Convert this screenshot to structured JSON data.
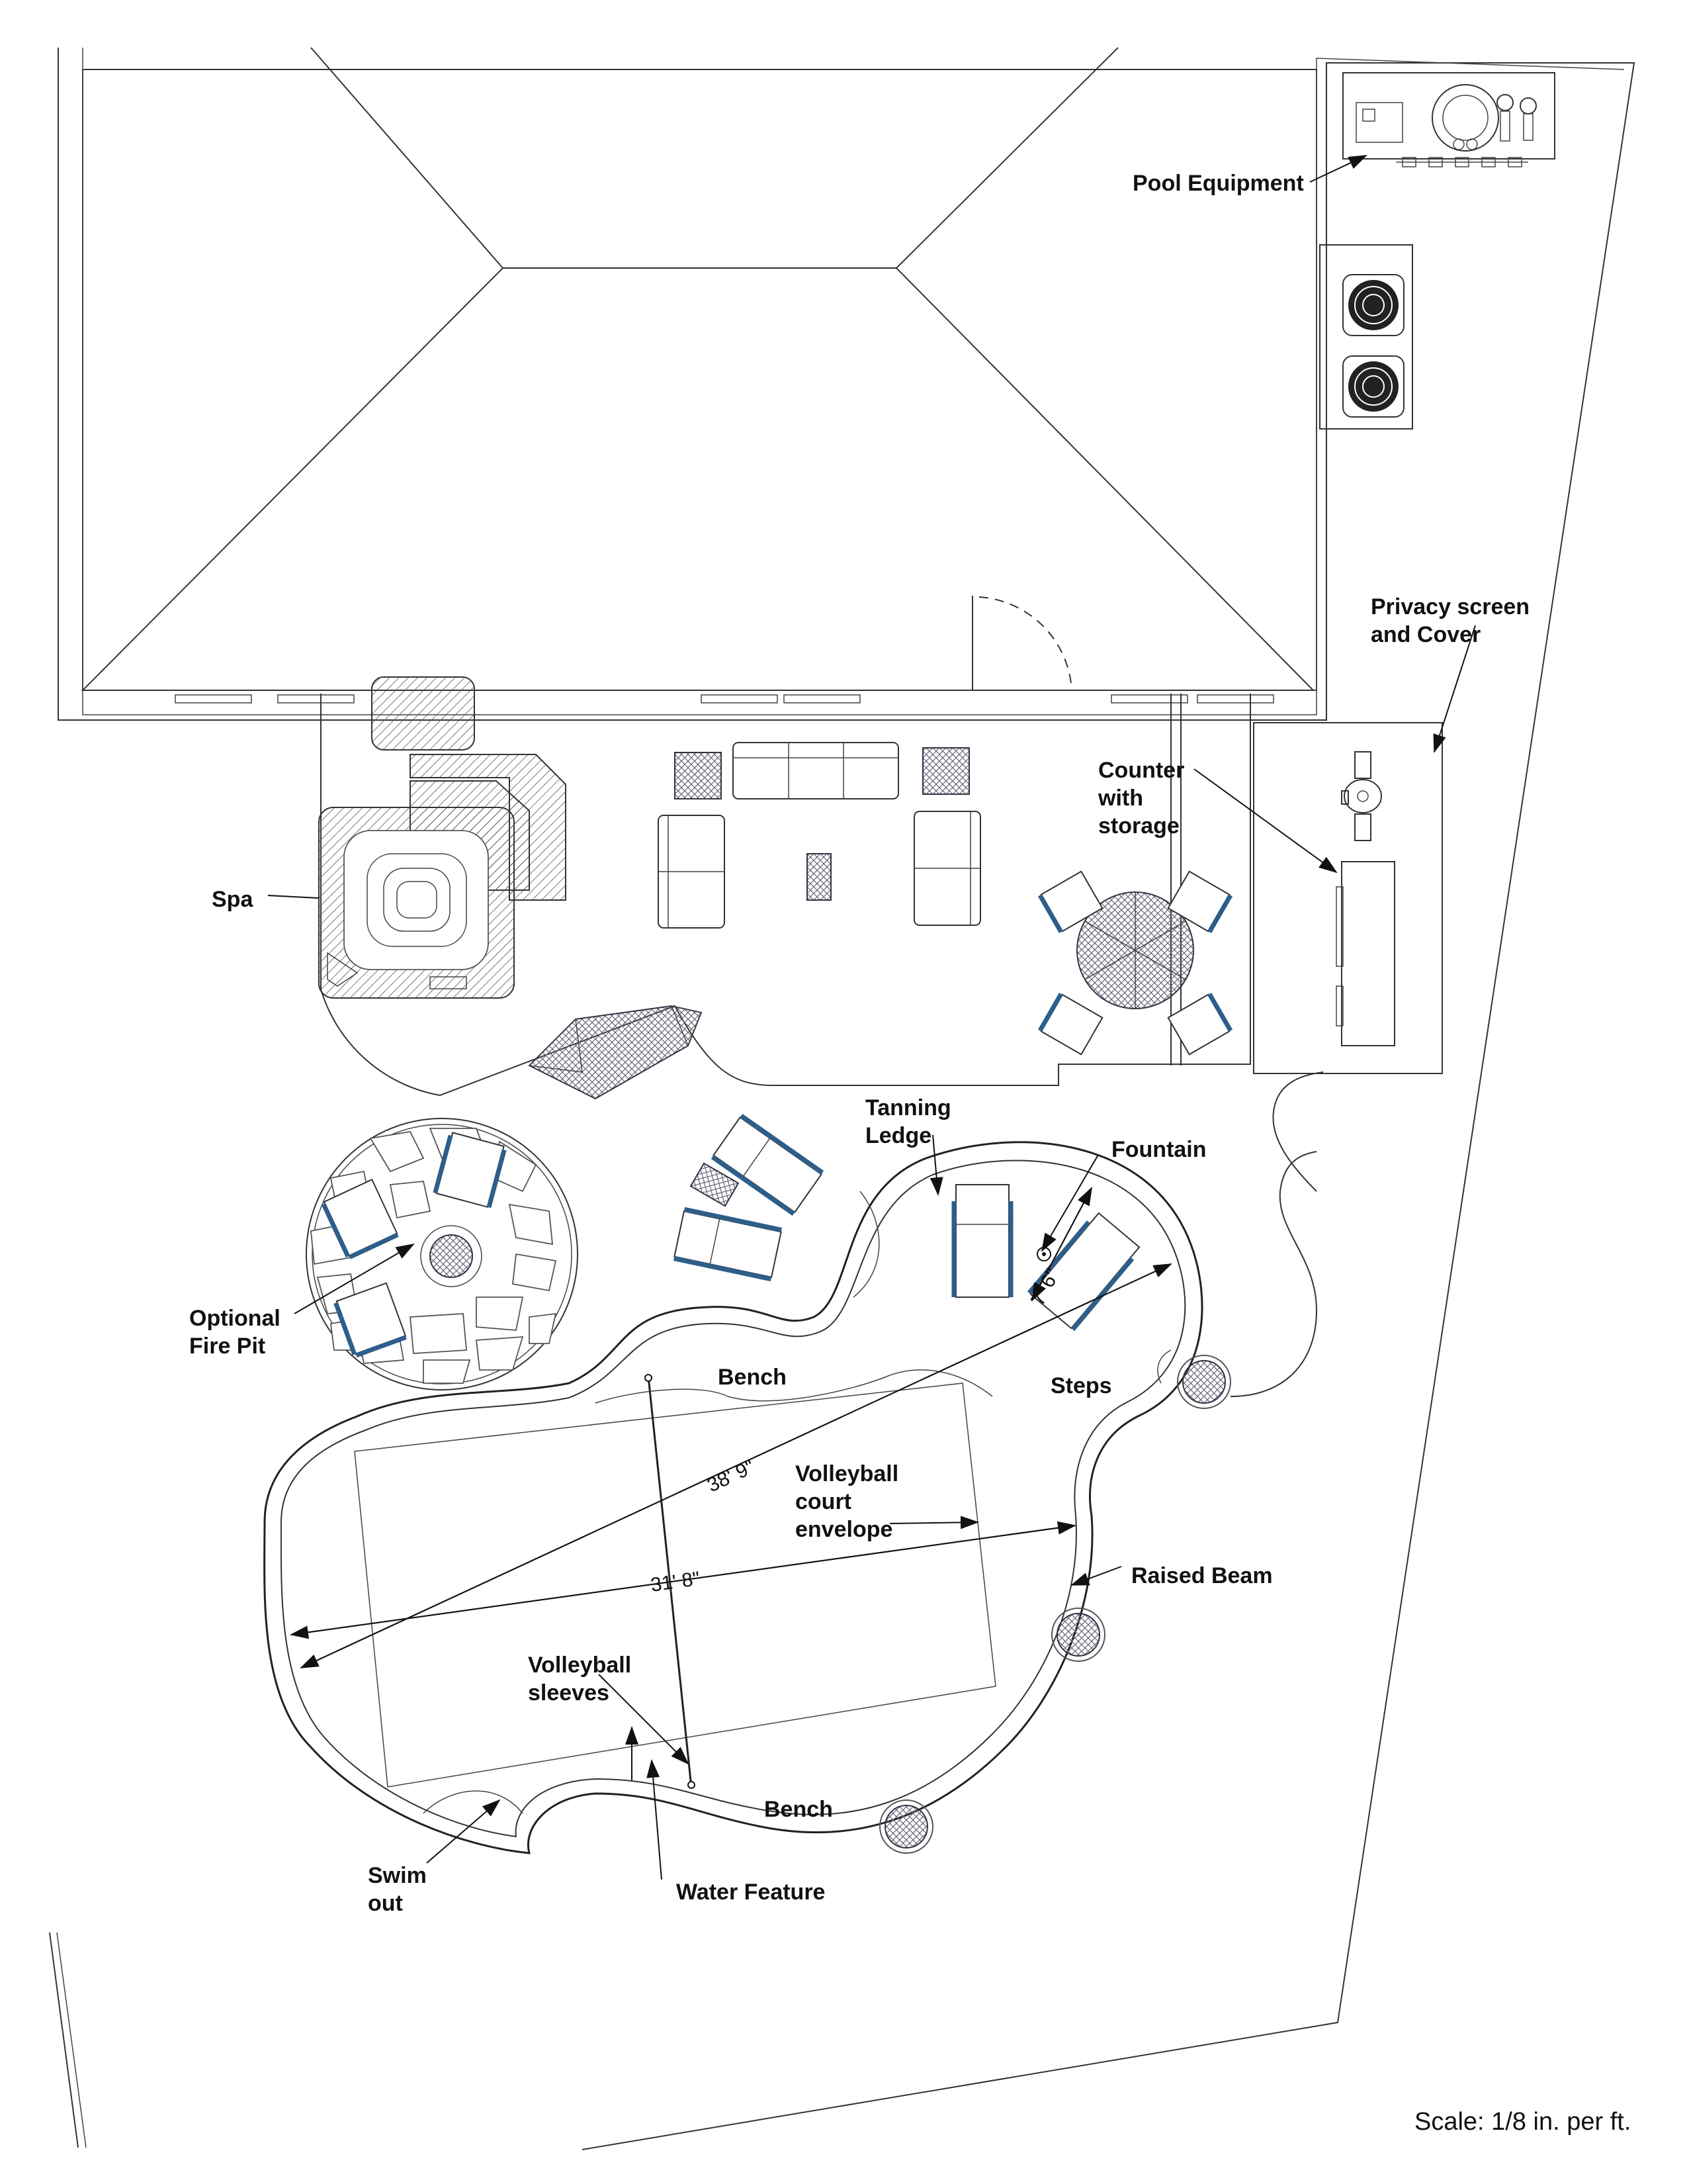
{
  "labels": {
    "pool_equipment": "Pool Equipment",
    "privacy_screen_line1": "Privacy screen",
    "privacy_screen_line2": "and Cover",
    "counter_line1": "Counter",
    "counter_line2": "with",
    "counter_line3": "storage",
    "spa": "Spa",
    "tanning_line1": "Tanning",
    "tanning_line2": "Ledge",
    "fountain": "Fountain",
    "fire_pit_line1": "Optional",
    "fire_pit_line2": "Fire Pit",
    "bench_top": "Bench",
    "steps": "Steps",
    "volleyball_court_line1": "Volleyball",
    "volleyball_court_line2": "court",
    "volleyball_court_line3": "envelope",
    "raised_beam": "Raised Beam",
    "volleyball_sleeves_line1": "Volleyball",
    "volleyball_sleeves_line2": "sleeves",
    "bench_bottom": "Bench",
    "swim_out_line1": "Swim",
    "swim_out_line2": "out",
    "water_feature": "Water Feature"
  },
  "dimensions": {
    "diagonal": "38' 9\"",
    "width": "31' 8\"",
    "fountain_depth": "7' 6\""
  },
  "scale_note": "Scale: 1/8 in. per ft.",
  "colors": {
    "line": "#333333",
    "furniture_frame": "#2e5e8a",
    "hatch": "#445566"
  }
}
